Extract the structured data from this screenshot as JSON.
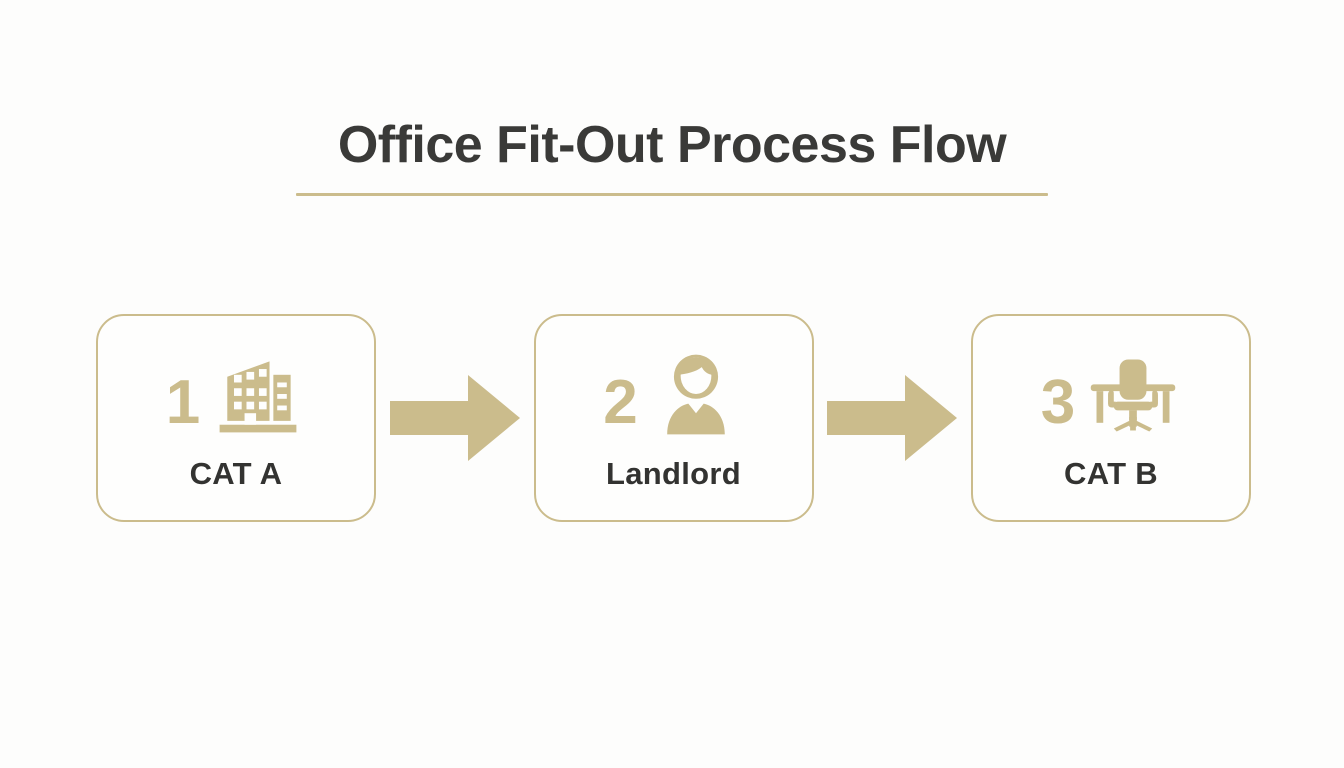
{
  "page": {
    "title": "Office Fit-Out Process Flow",
    "background_color": "#fdfdfc",
    "accent_color": "#cbbc8c",
    "text_color": "#3a3a38"
  },
  "diagram": {
    "type": "process-flow",
    "orientation": "horizontal",
    "steps": [
      {
        "number": "1",
        "label": "CAT A",
        "icon": "office-building-icon"
      },
      {
        "number": "2",
        "label": "Landlord",
        "icon": "person-icon"
      },
      {
        "number": "3",
        "label": "CAT B",
        "icon": "desk-chair-icon"
      }
    ],
    "connectors": [
      {
        "icon": "arrow-right-icon"
      },
      {
        "icon": "arrow-right-icon"
      }
    ]
  }
}
